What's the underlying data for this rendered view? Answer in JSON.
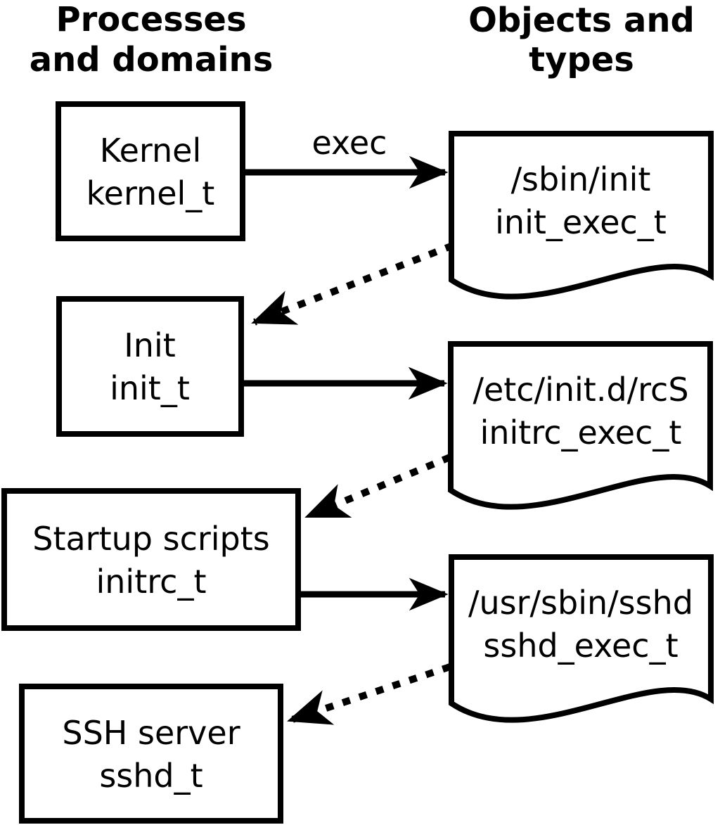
{
  "headers": {
    "left": [
      "Processes",
      "and domains"
    ],
    "right": [
      "Objects and",
      "types"
    ]
  },
  "processes": [
    {
      "name": "Kernel",
      "type": "kernel_t"
    },
    {
      "name": "Init",
      "type": "init_t"
    },
    {
      "name": "Startup scripts",
      "type": "initrc_t"
    },
    {
      "name": "SSH server",
      "type": "sshd_t"
    }
  ],
  "objects": [
    {
      "path": "/sbin/init",
      "type": "init_exec_t"
    },
    {
      "path": "/etc/init.d/rcS",
      "type": "initrc_exec_t"
    },
    {
      "path": "/usr/sbin/sshd",
      "type": "sshd_exec_t"
    }
  ],
  "labels": {
    "exec": "exec"
  },
  "colors": {
    "line": "#000000",
    "text": "#000000",
    "background": "#ffffff"
  }
}
